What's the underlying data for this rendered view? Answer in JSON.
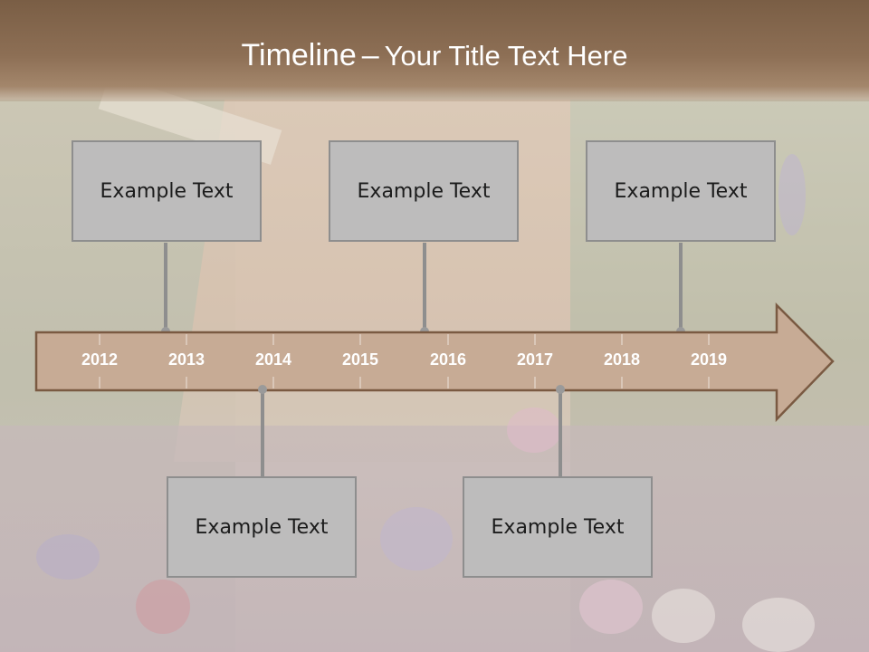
{
  "title": {
    "main": "Timeline",
    "separator": "–",
    "subtitle": "Your Title Text Here"
  },
  "timeline": {
    "years": [
      "2012",
      "2013",
      "2014",
      "2015",
      "2016",
      "2017",
      "2018",
      "2019"
    ],
    "arrow_fill": "#c7ab95",
    "arrow_stroke": "#7a5a42",
    "connector_color": "#8e8e8e"
  },
  "events": [
    {
      "label": "Example Text",
      "position": "above"
    },
    {
      "label": "Example Text",
      "position": "above"
    },
    {
      "label": "Example Text",
      "position": "above"
    },
    {
      "label": "Example Text",
      "position": "below"
    },
    {
      "label": "Example Text",
      "position": "below"
    }
  ]
}
